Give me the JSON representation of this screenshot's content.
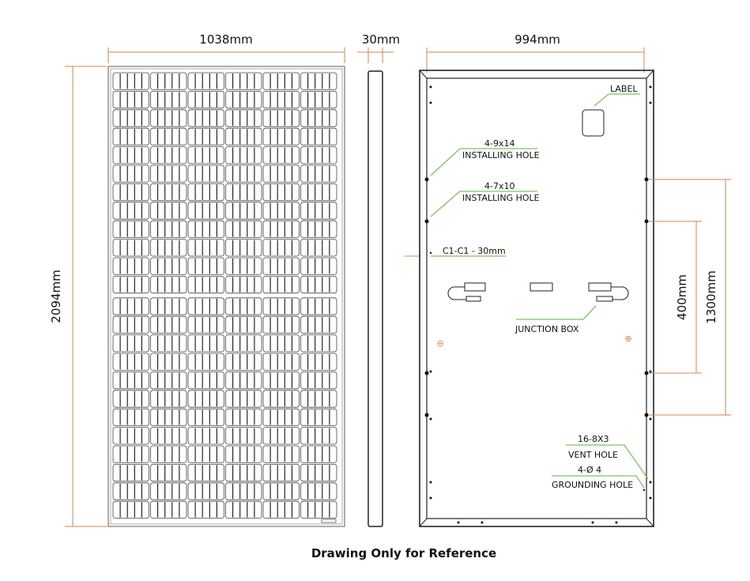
{
  "front": {
    "width_label": "1038mm",
    "height_label": "2094mm",
    "rows": 24,
    "cols": 6
  },
  "side": {
    "thickness_label": "30mm"
  },
  "back": {
    "width_label": "994mm",
    "label_note": "LABEL",
    "installing_hole_1": {
      "spec": "4-9x14",
      "name": "INSTALLING HOLE"
    },
    "installing_hole_2": {
      "spec": "4-7x10",
      "name": "INSTALLING HOLE"
    },
    "c1c1": "C1-C1 - 30mm",
    "junction_box": "JUNCTION BOX",
    "vent_hole": {
      "spec": "16-8X3",
      "name": "VENT HOLE"
    },
    "grounding_hole": {
      "spec": "4-Ø 4",
      "name": "GROUNDING HOLE"
    },
    "dim_400": "400mm",
    "dim_1300": "1300mm",
    "minus_sign": "⊖",
    "plus_sign": "⊕"
  },
  "caption": "Drawing Only for Reference",
  "colors": {
    "dimension": "#d9844a",
    "leader": "#7cc35a"
  }
}
